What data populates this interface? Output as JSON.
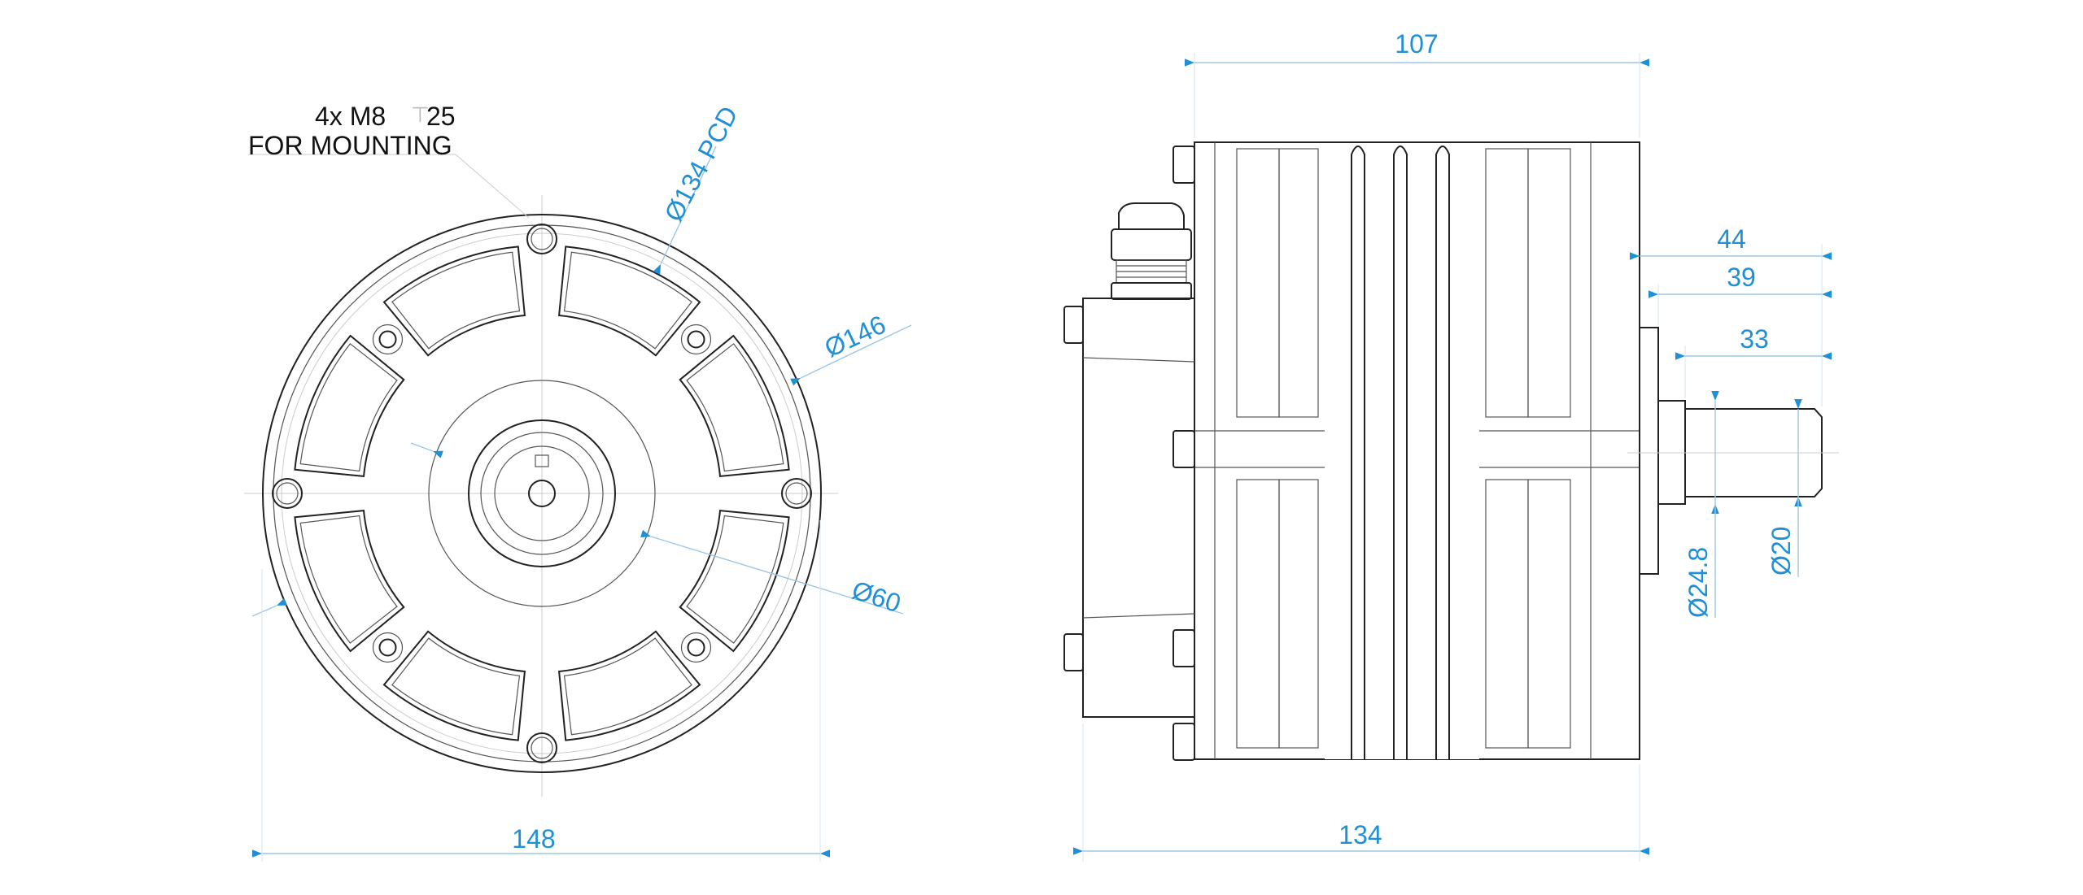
{
  "note": {
    "line1_prefix": "4x M8",
    "line1_depth": "25",
    "line2": "FOR MOUNTING",
    "depth_symbol": "depth-symbol"
  },
  "front_view": {
    "pcd": "Ø134 PCD",
    "outer_dia": "Ø146",
    "hub_dia": "Ø60",
    "width": "148"
  },
  "side_view": {
    "body_length": "107",
    "total_length": "134",
    "shaft_44": "44",
    "shaft_39": "39",
    "shaft_33": "33",
    "dia_24_8": "Ø24.8",
    "dia_20": "Ø20"
  },
  "colors": {
    "dimension": "#1f8fd6",
    "line": "#222222"
  }
}
